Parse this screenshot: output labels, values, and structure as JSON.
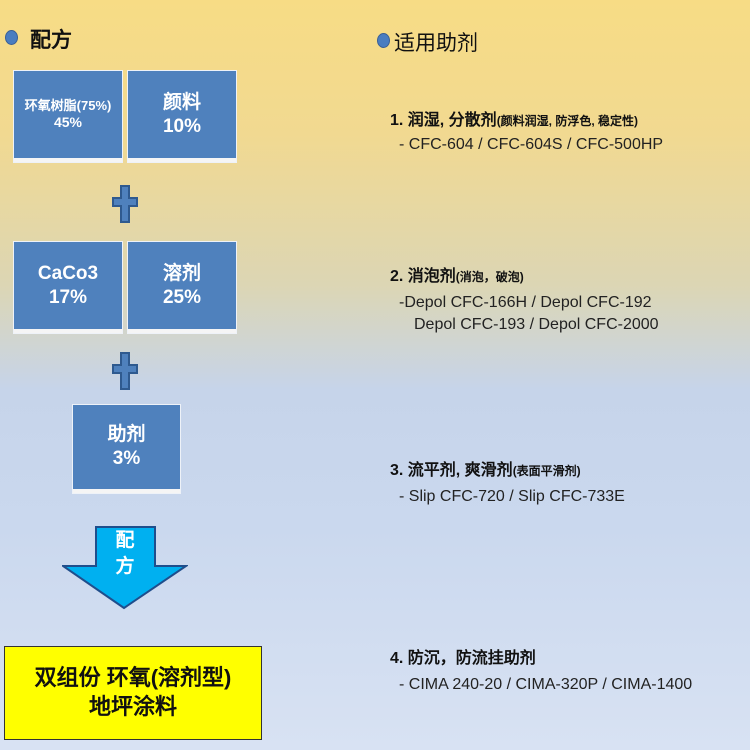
{
  "left": {
    "title": "配方",
    "boxes": [
      {
        "name": "环氧树脂(75%)",
        "pct": "45%"
      },
      {
        "name": "颜料",
        "pct": "10%"
      },
      {
        "name": "CaCo3",
        "pct": "17%"
      },
      {
        "name": "溶剂",
        "pct": "25%"
      },
      {
        "name": "助剂",
        "pct": "3%"
      }
    ],
    "arrow_label": [
      "配",
      "方"
    ],
    "result": {
      "line1": "双组份 环氧(溶剂型)",
      "line2": "地坪涂料"
    }
  },
  "right": {
    "title": "适用助剂",
    "items": [
      {
        "head": "1. 润湿, 分散剂",
        "sub": "(颜料润湿, 防浮色, 稳定性)",
        "lines": [
          "- CFC-604 / CFC-604S / CFC-500HP"
        ]
      },
      {
        "head": "2. 消泡剂",
        "sub": "(消泡，破泡)",
        "lines": [
          "-Depol CFC-166H / Depol CFC-192",
          "Depol CFC-193 /  Depol CFC-2000"
        ]
      },
      {
        "head": "3. 流平剂, 爽滑剂",
        "sub": "(表面平滑剂)",
        "lines": [
          "- Slip CFC-720 / Slip CFC-733E"
        ]
      },
      {
        "head": "4. 防沉，防流挂助剂",
        "sub": "",
        "lines": [
          "- CIMA 240-20 / CIMA-320P / CIMA-1400"
        ]
      }
    ]
  },
  "colors": {
    "box": "#4f81bd",
    "arrow": "#00b0f0",
    "result": "#ffff00",
    "bullet": "#4a7dc0"
  }
}
